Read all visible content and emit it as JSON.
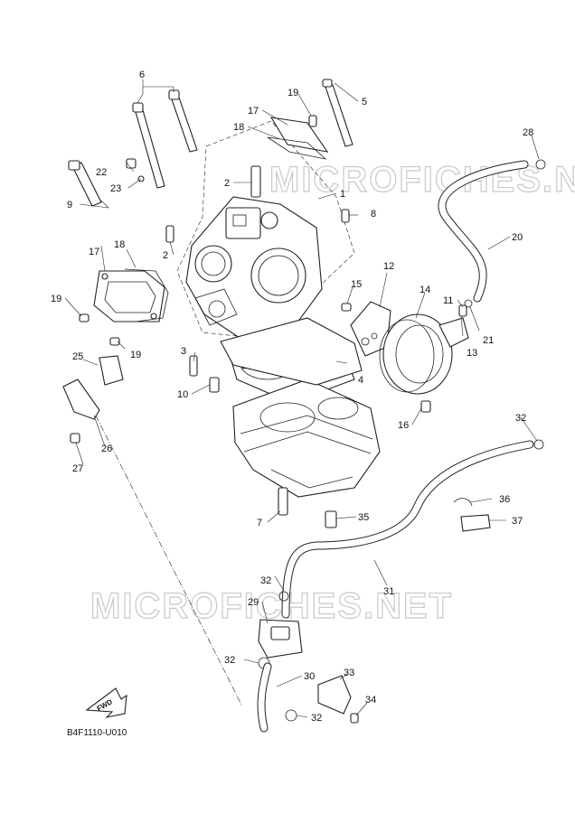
{
  "watermark": {
    "text": "MICROFICHES.NET"
  },
  "diagram_code": "B4F1110-U010",
  "fwd_label": "FWD",
  "callouts": [
    {
      "id": "c1",
      "label": "1"
    },
    {
      "id": "c2a",
      "label": "2"
    },
    {
      "id": "c2b",
      "label": "2"
    },
    {
      "id": "c3",
      "label": "3"
    },
    {
      "id": "c4",
      "label": "4"
    },
    {
      "id": "c5",
      "label": "5"
    },
    {
      "id": "c6",
      "label": "6"
    },
    {
      "id": "c7",
      "label": "7"
    },
    {
      "id": "c8",
      "label": "8"
    },
    {
      "id": "c9",
      "label": "9"
    },
    {
      "id": "c10",
      "label": "10"
    },
    {
      "id": "c11",
      "label": "11"
    },
    {
      "id": "c12",
      "label": "12"
    },
    {
      "id": "c13",
      "label": "13"
    },
    {
      "id": "c14",
      "label": "14"
    },
    {
      "id": "c15",
      "label": "15"
    },
    {
      "id": "c16",
      "label": "16"
    },
    {
      "id": "c17a",
      "label": "17"
    },
    {
      "id": "c17b",
      "label": "17"
    },
    {
      "id": "c18a",
      "label": "18"
    },
    {
      "id": "c18b",
      "label": "18"
    },
    {
      "id": "c19a",
      "label": "19"
    },
    {
      "id": "c19b",
      "label": "19"
    },
    {
      "id": "c19c",
      "label": "19"
    },
    {
      "id": "c20",
      "label": "20"
    },
    {
      "id": "c21",
      "label": "21"
    },
    {
      "id": "c22",
      "label": "22"
    },
    {
      "id": "c23",
      "label": "23"
    },
    {
      "id": "c25",
      "label": "25"
    },
    {
      "id": "c26",
      "label": "26"
    },
    {
      "id": "c27",
      "label": "27"
    },
    {
      "id": "c28",
      "label": "28"
    },
    {
      "id": "c29",
      "label": "29"
    },
    {
      "id": "c30",
      "label": "30"
    },
    {
      "id": "c31",
      "label": "31"
    },
    {
      "id": "c32a",
      "label": "32"
    },
    {
      "id": "c32b",
      "label": "32"
    },
    {
      "id": "c32c",
      "label": "32"
    },
    {
      "id": "c32d",
      "label": "32"
    },
    {
      "id": "c33",
      "label": "33"
    },
    {
      "id": "c34",
      "label": "34"
    },
    {
      "id": "c35",
      "label": "35"
    },
    {
      "id": "c36",
      "label": "36"
    },
    {
      "id": "c37",
      "label": "37"
    }
  ]
}
